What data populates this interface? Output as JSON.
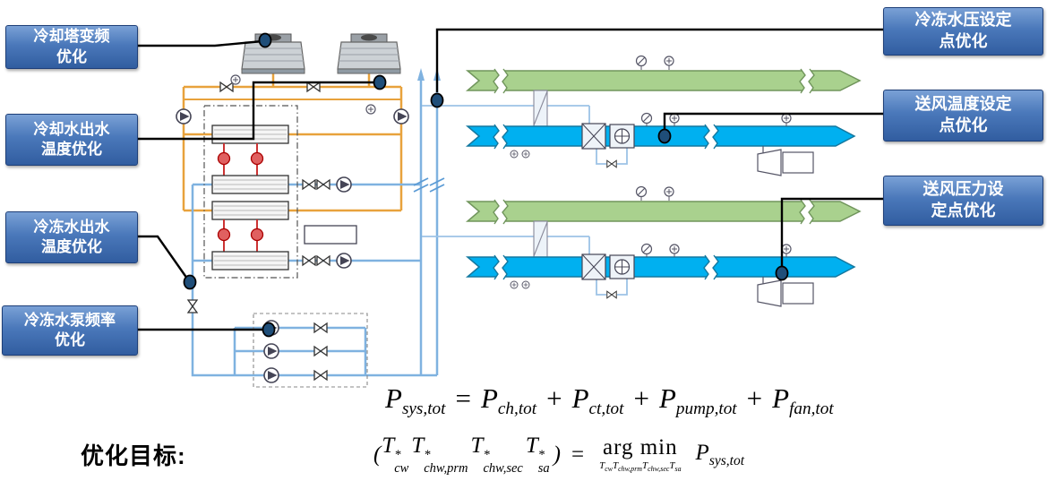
{
  "callouts": {
    "left": [
      {
        "line1": "冷却塔变频",
        "line2": "优化"
      },
      {
        "line1": "冷却水出水",
        "line2": "温度优化"
      },
      {
        "line1": "冷冻水出水",
        "line2": "温度优化"
      },
      {
        "line1": "冷冻水泵频率",
        "line2": "优化"
      }
    ],
    "right": [
      {
        "line1": "冷冻水压设定",
        "line2": "点优化"
      },
      {
        "line1": "送风温度设定",
        "line2": "点优化"
      },
      {
        "line1": "送风压力设",
        "line2": "定点优化"
      }
    ]
  },
  "objective_label": "优化目标:",
  "formulas": {
    "line1": {
      "terms": [
        {
          "base": "P",
          "sub": "sys,tot"
        },
        {
          "op": "="
        },
        {
          "base": "P",
          "sub": "ch,tot"
        },
        {
          "op": "+"
        },
        {
          "base": "P",
          "sub": "ct,tot"
        },
        {
          "op": "+"
        },
        {
          "base": "P",
          "sub": "pump,tot"
        },
        {
          "op": "+"
        },
        {
          "base": "P",
          "sub": "fan,tot"
        }
      ]
    },
    "line2": {
      "lparen": "(",
      "t_terms": [
        {
          "base": "T",
          "sup": "*",
          "sub": "cw"
        },
        {
          "base": "T",
          "sup": "*",
          "sub": "chw,prm"
        },
        {
          "base": "T",
          "sup": "*",
          "sub": "chw,sec"
        },
        {
          "base": "T",
          "sup": "*",
          "sub": "sa"
        }
      ],
      "rparen": ")",
      "equals": "=",
      "argmin": "arg min",
      "under": [
        {
          "base": "T",
          "sub": "cw"
        },
        {
          "base": "T",
          "sub": "chw,prm"
        },
        {
          "base": "T",
          "sub": "chw,sec"
        },
        {
          "base": "T",
          "sub": "sa"
        }
      ],
      "result": {
        "base": "P",
        "sub": "sys,tot"
      }
    }
  },
  "colors": {
    "callout_blue": "#3f6cb0",
    "condenser_pipe_orange": "#e8a23c",
    "chilled_water_blue": "#7fb2e0",
    "supply_duct_cyan": "#00b0f0",
    "return_duct_green": "#a9d18e",
    "refrigerant_red": "#d23b3b",
    "marker_navy": "#1f4e79"
  }
}
